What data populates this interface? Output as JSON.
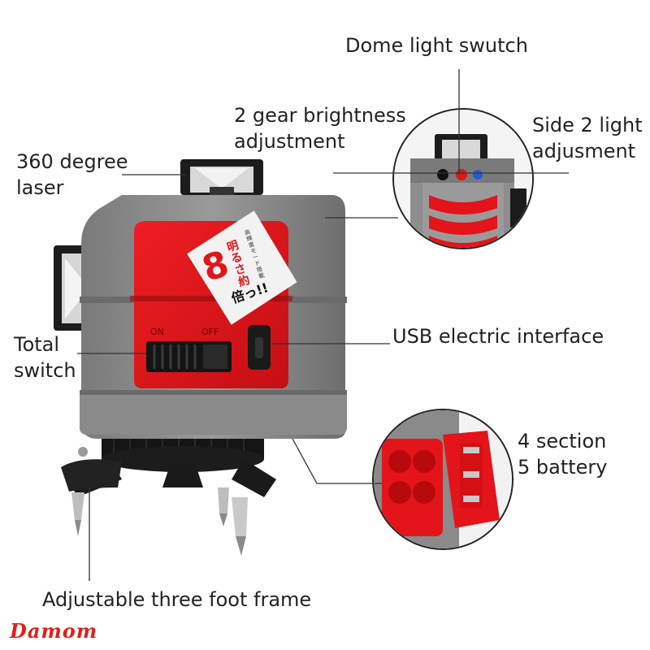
{
  "labels": {
    "dome_light_switch": "Dome light swutch",
    "brightness_line1": "2 gear brightness",
    "brightness_line2": "adjustment",
    "side_light_line1": "Side 2 light",
    "side_light_line2": "adjusment",
    "laser_line1": "360 degree",
    "laser_line2": "laser",
    "total_switch_line1": "Total",
    "total_switch_line2": "switch",
    "usb_interface": "USB electric interface",
    "battery_line1": "4 section",
    "battery_line2": "5 battery",
    "tripod_frame": "Adjustable three foot frame"
  },
  "device": {
    "switch_on": "ON",
    "switch_off": "OFF",
    "sticker_big": "8",
    "sticker_side": "明るさ約",
    "sticker_bottom": "倍っ!!",
    "sticker_small": "高輝度モード搭載"
  },
  "watermark": "Damom",
  "colors": {
    "body_gray": "#8f8f8f",
    "panel_red": "#e3141a",
    "frame_black": "#1c1c1c",
    "accent_blue": "#2a56d6"
  }
}
